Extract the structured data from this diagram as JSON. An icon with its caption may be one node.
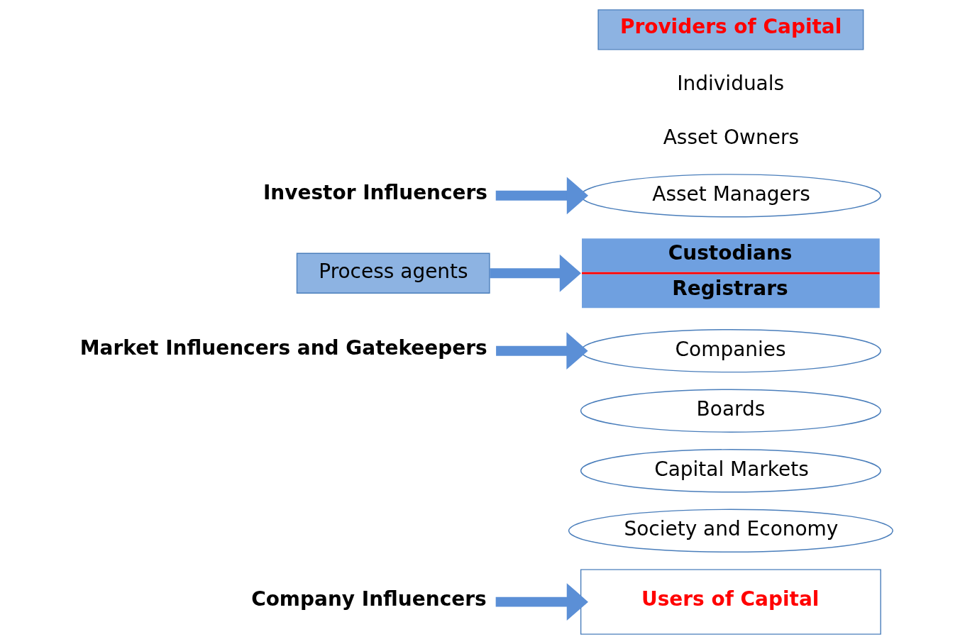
{
  "diagram": {
    "nodes": [
      {
        "text": [
          "Providers of Capital"
        ]
      },
      {
        "text": [
          "Individuals"
        ]
      },
      {
        "text": [
          "Asset Owners"
        ]
      },
      {
        "text": [
          "Asset Managers"
        ]
      },
      {
        "text": [
          "Custodians",
          "Registrars"
        ]
      },
      {
        "text": [
          "Companies"
        ]
      },
      {
        "text": [
          "Boards"
        ]
      },
      {
        "text": [
          "Capital Markets"
        ]
      },
      {
        "text": [
          "Society and Economy"
        ]
      },
      {
        "text": [
          "Users of Capital"
        ]
      },
      {
        "text": [
          "Investor Influencers"
        ]
      },
      {
        "text": [
          "Market Influencers and Gatekeepers"
        ]
      },
      {
        "text": [
          "Company Influencers"
        ]
      },
      {
        "text": [
          "Process agents"
        ]
      }
    ],
    "edges": [
      {
        "from": 10,
        "to": 3,
        "arrow": "to"
      },
      {
        "from": 11,
        "to": 5,
        "arrow": "to"
      },
      {
        "from": 12,
        "to": 9,
        "arrow": "to"
      },
      {
        "from": 13,
        "to": 4,
        "arrow": "to"
      }
    ]
  }
}
